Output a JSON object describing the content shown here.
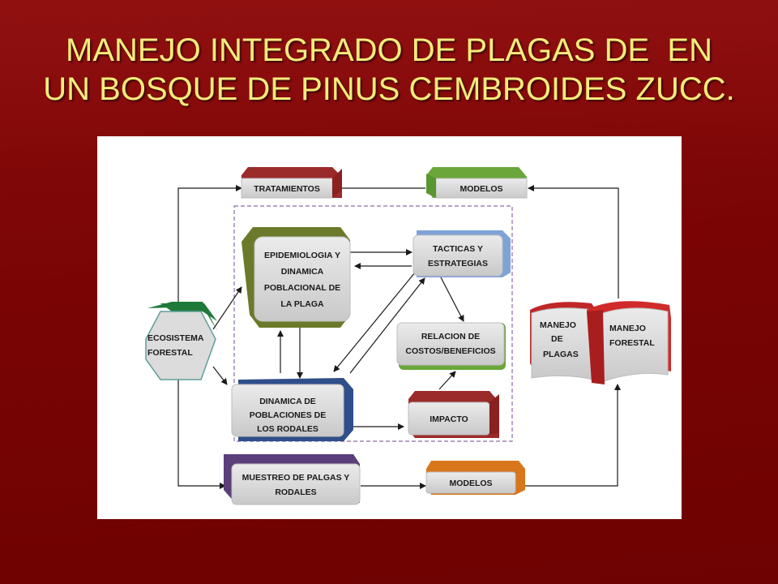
{
  "slide": {
    "title_line1": "MANEJO INTEGRADO DE PLAGAS DE  EN",
    "title_line2": "UN BOSQUE DE PINUS CEMBROIDES ZUCC."
  },
  "diagram": {
    "colors": {
      "red": "#9b2a2a",
      "green": "#6aa63a",
      "navy": "#2f4f8a",
      "blue_light": "#7fa3d6",
      "olive": "#6b7a2a",
      "purple": "#5a3f7a",
      "orange": "#d8761c",
      "grey_face": "#d7d7d7",
      "teal_border": "#5e9f9a",
      "dashed_frame": "#8a6aa8"
    },
    "nodes": {
      "tratamientos": "TRATAMIENTOS",
      "modelos_top": "MODELOS",
      "epidemiologia": [
        "EPIDEMIOLOGIA Y",
        "DINAMICA",
        "POBLACIONAL DE",
        "LA PLAGA"
      ],
      "tacticas": [
        "TACTICAS Y",
        "ESTRATEGIAS"
      ],
      "ecosistema": [
        "ECOSISTEMA",
        "FORESTAL"
      ],
      "relacion": [
        "RELACION DE",
        "COSTOS/BENEFICIOS"
      ],
      "dinamica_rodales": [
        "DINAMICA DE",
        "POBLACIONES DE",
        "LOS RODALES"
      ],
      "impacto": "IMPACTO",
      "manejo_plagas": [
        "MANEJO",
        "DE",
        "PLAGAS"
      ],
      "manejo_forestal": [
        "MANEJO",
        "FORESTAL"
      ],
      "muestreo": [
        "MUESTREO DE PALGAS Y",
        "RODALES"
      ],
      "modelos_bottom": "MODELOS"
    }
  }
}
